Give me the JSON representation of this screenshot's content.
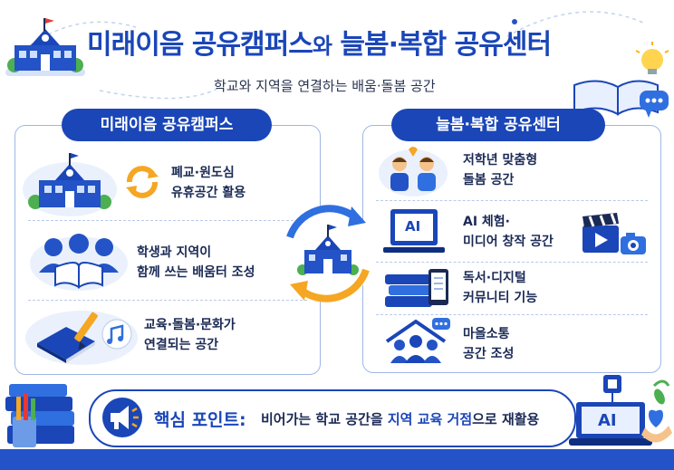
{
  "title": {
    "part1": "미래이음 공유캠퍼스",
    "part2": "와",
    "part3": "늘봄·복합 공유센터"
  },
  "subtitle": "학교와 지역을 연결하는 배움·돌봄 공간",
  "left_panel": {
    "header": "미래이음 공유캠퍼스",
    "items": [
      {
        "line1": "폐교·원도심",
        "line2": "유휴공간 활용",
        "icon": "school-building-icon"
      },
      {
        "line1": "학생과 지역이",
        "line2": "함께 쓰는 배움터 조성",
        "icon": "people-reading-icon"
      },
      {
        "line1": "교육·돌봄·문화가",
        "line2": "연결되는 공간",
        "icon": "book-pencil-music-icon"
      }
    ]
  },
  "right_panel": {
    "header": "늘봄·복합 공유센터",
    "items": [
      {
        "line1": "저학년 맞춤형",
        "line2": "돌봄 공간",
        "icon": "children-icon"
      },
      {
        "line1": "AI 체험·",
        "line2": "미디어 창작 공간",
        "icon": "ai-laptop-icon"
      },
      {
        "line1": "독서·디지털",
        "line2": "커뮤니티 기능",
        "icon": "books-tablet-icon"
      },
      {
        "line1": "마을소통",
        "line2": "공간 조성",
        "icon": "community-house-icon"
      }
    ]
  },
  "laptop_label": "AI",
  "ai_label": "AI",
  "callout": {
    "label": "핵심 포인트:",
    "msg_pre": "비어가는 학교 공간을 ",
    "msg_hl": "지역 교육 거점",
    "msg_post": "으로 재활용"
  }
}
